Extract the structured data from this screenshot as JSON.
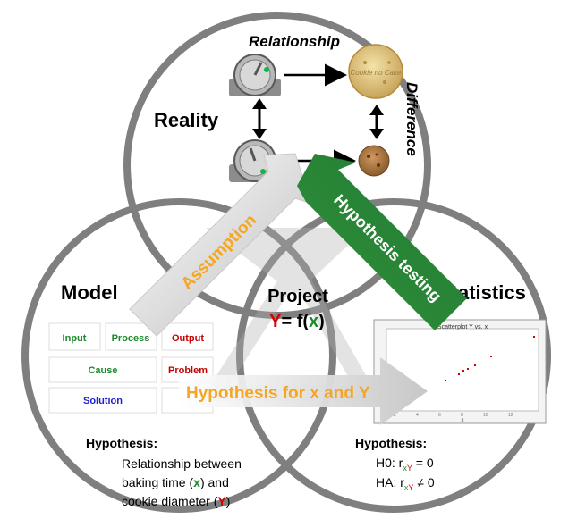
{
  "circles": {
    "reality": {
      "label": "Reality"
    },
    "model": {
      "label": "Model"
    },
    "statistics": {
      "label": "Statistics"
    }
  },
  "top": {
    "relationship": "Relationship",
    "difference": "Difference",
    "cookie_text": "Cookie no Cake"
  },
  "center": {
    "project": "Project",
    "formula_y": "Y",
    "formula_mid": "= f(",
    "formula_x": "x",
    "formula_close": ")"
  },
  "arrows": {
    "assumption": "Assumption",
    "hypothesis_testing": "Hypothesis testing",
    "hypothesis_xy": "Hypothesis for x and Y"
  },
  "model_table": {
    "input": "Input",
    "process": "Process",
    "output": "Output",
    "cause": "Cause",
    "problem": "Problem",
    "solution": "Solution"
  },
  "plot": {
    "title": "Scatterplot Y vs. x",
    "xlabel": "x"
  },
  "hypothesis_left": {
    "heading": "Hypothesis:",
    "line1": "Relationship between",
    "line2_a": "baking time (",
    "line2_x": "x",
    "line2_b": ") and",
    "line3_a": "cookie diameter (",
    "line3_y": "Y",
    "line3_b": ")"
  },
  "hypothesis_right": {
    "heading": "Hypothesis:",
    "h0_a": "H0: r",
    "h0_sub_x": "x",
    "h0_sub_y": "Y",
    "h0_b": " = 0",
    "ha_a": "HA: r",
    "ha_sub_x": "x",
    "ha_sub_y": "Y",
    "ha_b": " ≠ 0"
  },
  "colors": {
    "circle": "#7f7f7f",
    "orange": "#f5a623",
    "green": "#2e8b3a",
    "red": "#d40000",
    "blue": "#1f1fd0"
  }
}
